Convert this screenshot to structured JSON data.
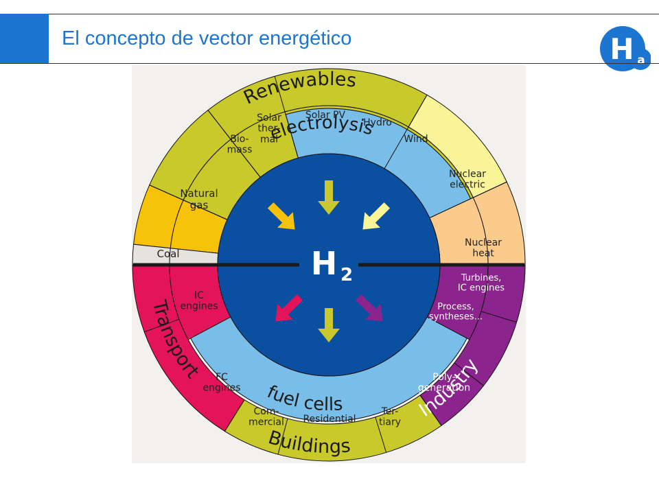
{
  "header": {
    "title": "El concepto de vector energético",
    "logo_letter": "H",
    "logo_sub": "a"
  },
  "diagram": {
    "center": "H",
    "center_sub": "2",
    "inner_ring_top": "electrolysis",
    "inner_ring_bottom": "fuel cells",
    "groups": {
      "renewables": "Renewables",
      "buildings": "Buildings",
      "transport": "Transport",
      "industry": "Industry"
    },
    "sources": {
      "coal": "Coal",
      "natural_gas": [
        "Natural",
        "gas"
      ],
      "biomass": [
        "Bio-",
        "mass"
      ],
      "solar_thermal": [
        "Solar",
        "ther-",
        "mal"
      ],
      "solar_pv": "Solar PV",
      "hydro": "Hydro",
      "wind": "Wind",
      "nuclear_electric": [
        "Nuclear",
        "electric"
      ],
      "nuclear_heat": [
        "Nuclear",
        "heat"
      ]
    },
    "uses": {
      "ic_engines": [
        "IC",
        "engines"
      ],
      "fc_engines": [
        "FC",
        "engines"
      ],
      "commercial": [
        "Com-",
        "mercial"
      ],
      "residential": "Residential",
      "tertiary": [
        "Ter-",
        "tiary"
      ],
      "turbines": [
        "Turbines,",
        "IC engines"
      ],
      "process": [
        "Process,",
        "syntheses..."
      ],
      "polygeneration": [
        "Poly-",
        "generation"
      ]
    },
    "colors": {
      "olive": "#c9c92c",
      "natural_gas": "#f7c20a",
      "coal": "#e6e3dc",
      "nuclear_electric": "#fbf59a",
      "nuclear_heat": "#fbcb8c",
      "transport": "#e4145a",
      "industry": "#8c248e",
      "ring": "#78bee8",
      "core": "#0a4fa0"
    }
  }
}
